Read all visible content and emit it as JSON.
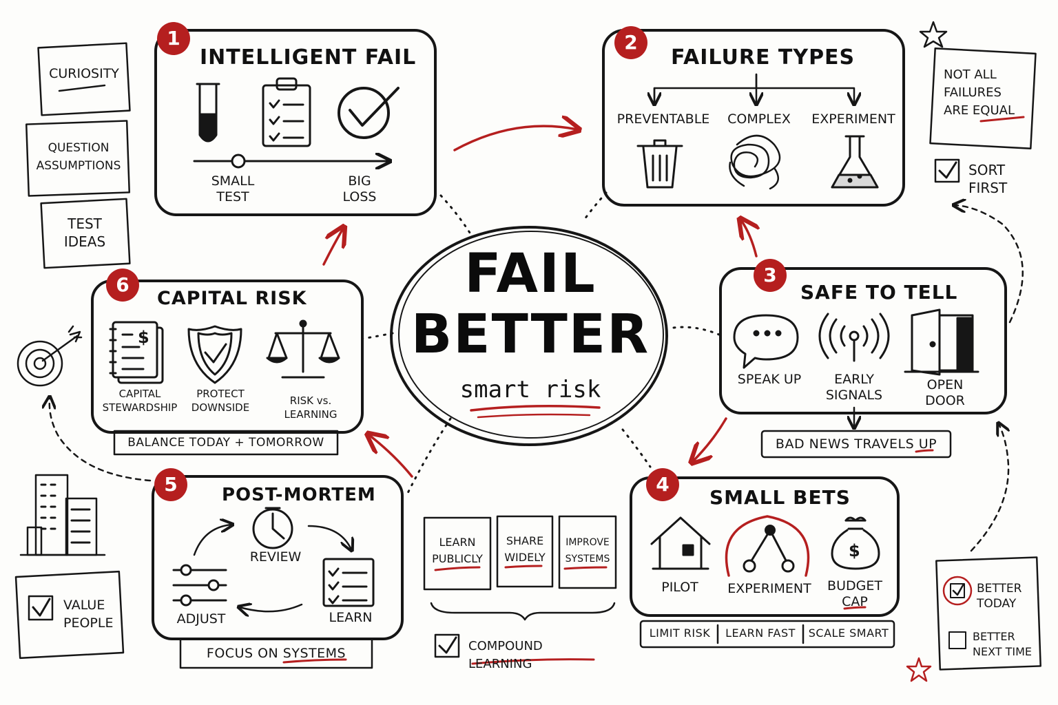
{
  "center": {
    "line1": "FAIL",
    "line2": "BETTER",
    "subtitle": "smart risk"
  },
  "colors": {
    "accent": "#b51f1f",
    "ink": "#161616",
    "paper": "#fdfdfb"
  },
  "cards": {
    "intelligent_fail": {
      "number": "1",
      "title": "INTELLIGENT FAIL",
      "icons": [
        "test-tube-icon",
        "clipboard-checklist-icon",
        "checkmark-circle-icon"
      ],
      "scale_left": "SMALL\nTEST",
      "scale_right": "BIG\nLOSS"
    },
    "failure_types": {
      "number": "2",
      "title": "FAILURE TYPES",
      "types": [
        "PREVENTABLE",
        "COMPLEX",
        "EXPERIMENT"
      ],
      "icons": [
        "trash-can-icon",
        "tangle-icon",
        "flask-icon"
      ]
    },
    "safe_to_tell": {
      "number": "3",
      "title": "SAFE TO TELL",
      "items": [
        "SPEAK UP",
        "EARLY\nSIGNALS",
        "OPEN\nDOOR"
      ],
      "icons": [
        "speech-bubble-icon",
        "signal-antenna-icon",
        "open-door-icon"
      ],
      "footer": "BAD NEWS TRAVELS UP"
    },
    "small_bets": {
      "number": "4",
      "title": "SMALL BETS",
      "items": [
        "PILOT",
        "EXPERIMENT",
        "BUDGET\nCAP"
      ],
      "icons": [
        "house-icon",
        "gauge-network-icon",
        "money-bag-icon"
      ],
      "footer": [
        "LIMIT RISK",
        "LEARN FAST",
        "SCALE SMART"
      ]
    },
    "post_mortem": {
      "number": "5",
      "title": "POST-MORTEM",
      "items": [
        "REVIEW",
        "LEARN",
        "ADJUST"
      ],
      "icons": [
        "clock-icon",
        "checklist-icon",
        "sliders-icon"
      ],
      "footer": "FOCUS ON SYSTEMS"
    },
    "capital_risk": {
      "number": "6",
      "title": "CAPITAL RISK",
      "items": [
        "CAPITAL\nSTEWARDSHIP",
        "PROTECT\nDOWNSIDE",
        "RISK vs. LEARNING"
      ],
      "icons": [
        "ledger-dollar-icon",
        "shield-check-icon",
        "balance-scale-icon"
      ],
      "footer": "BALANCE TODAY + TOMORROW"
    }
  },
  "left_notes": [
    "CURIOSITY",
    "QUESTION\nASSUMPTIONS",
    "TEST\nIDEAS"
  ],
  "value_people": "VALUE\nPEOPLE",
  "top_right_note": "NOT ALL\nFAILURES\nARE EQUAL",
  "sort_first": "SORT\nFIRST",
  "bottom_notes": [
    "LEARN\nPUBLICLY",
    "SHARE\nWIDELY",
    "IMPROVE\nSYSTEMS"
  ],
  "compound_learning": "COMPOUND LEARNING",
  "bottom_right": {
    "better_today": "BETTER\nTODAY",
    "better_next_time": "BETTER\nNEXT TIME"
  }
}
